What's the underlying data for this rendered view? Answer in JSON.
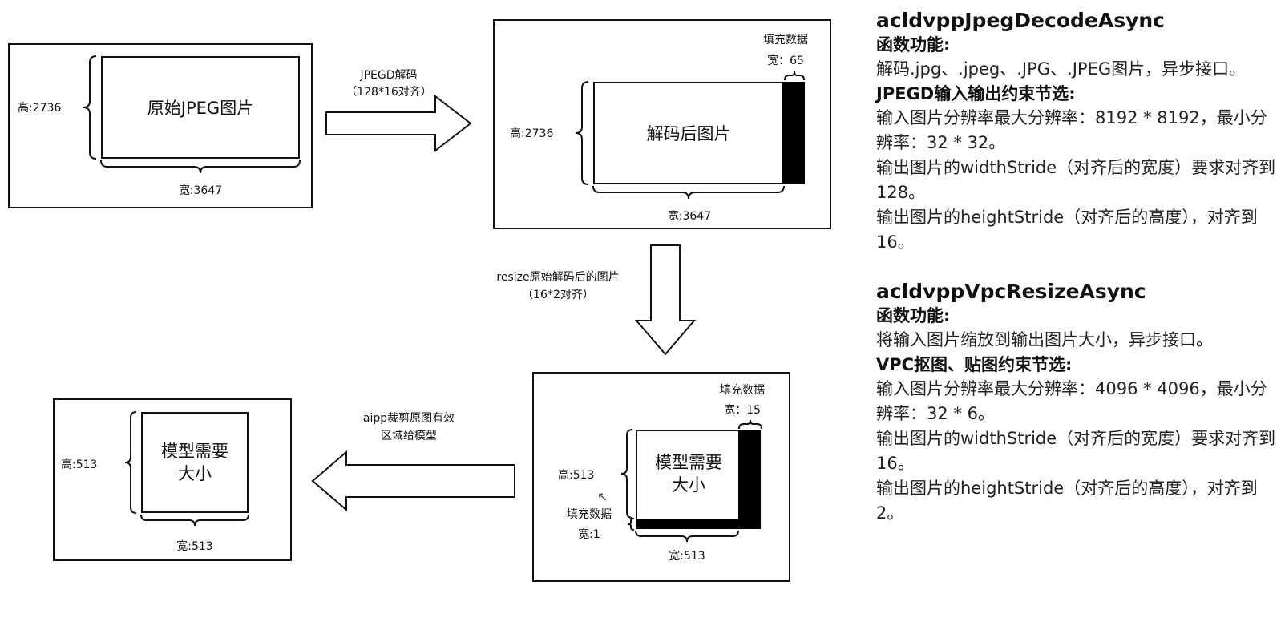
{
  "original": {
    "height_label": "高:2736",
    "title": "原始JPEG图片",
    "width_label": "宽:3647"
  },
  "arrow_decode": {
    "line1": "JPEGD解码",
    "line2": "（128*16对齐）"
  },
  "decoded": {
    "fill_title": "填充数据",
    "fill_width": "宽：65",
    "height_label": "高:2736",
    "title": "解码后图片",
    "width_label": "宽:3647"
  },
  "arrow_resize": {
    "line1": "resize原始解码后的图片",
    "line2": "（16*2对齐）"
  },
  "resized": {
    "fill_title": "填充数据",
    "fill_width": "宽：15",
    "height_label": "高:513",
    "title_line1": "模型需要",
    "title_line2": "大小",
    "fill_bottom_title": "填充数据",
    "fill_bottom_height": "宽:1",
    "width_label": "宽:513"
  },
  "arrow_crop": {
    "line1": "aipp裁剪原图有效",
    "line2": "区域给模型"
  },
  "model": {
    "height_label": "高:513",
    "title_line1": "模型需要",
    "title_line2": "大小",
    "width_label": "宽:513"
  },
  "panel": {
    "decode": {
      "api": "acldvppJpegDecodeAsync",
      "func_head": "函数功能:",
      "func_desc": "解码.jpg、.jpeg、.JPG、.JPEG图片，异步接口。",
      "constraint_head": "JPEGD输入输出约束节选:",
      "c1": "输入图片分辨率最大分辨率：8192 * 8192，最小分辨率：32 * 32。",
      "c2": "输出图片的widthStride（对齐后的宽度）要求对齐到128。",
      "c3": "输出图片的heightStride（对齐后的高度），对齐到16。"
    },
    "resize": {
      "api": "acldvppVpcResizeAsync",
      "func_head": "函数功能:",
      "func_desc": "将输入图片缩放到输出图片大小，异步接口。",
      "constraint_head": "VPC抠图、贴图约束节选:",
      "c1": "输入图片分辨率最大分辨率：4096 * 4096，最小分辨率：32 * 6。",
      "c2": "输出图片的widthStride（对齐后的宽度）要求对齐到16。",
      "c3": "输出图片的heightStride（对齐后的高度），对齐到2。"
    }
  }
}
